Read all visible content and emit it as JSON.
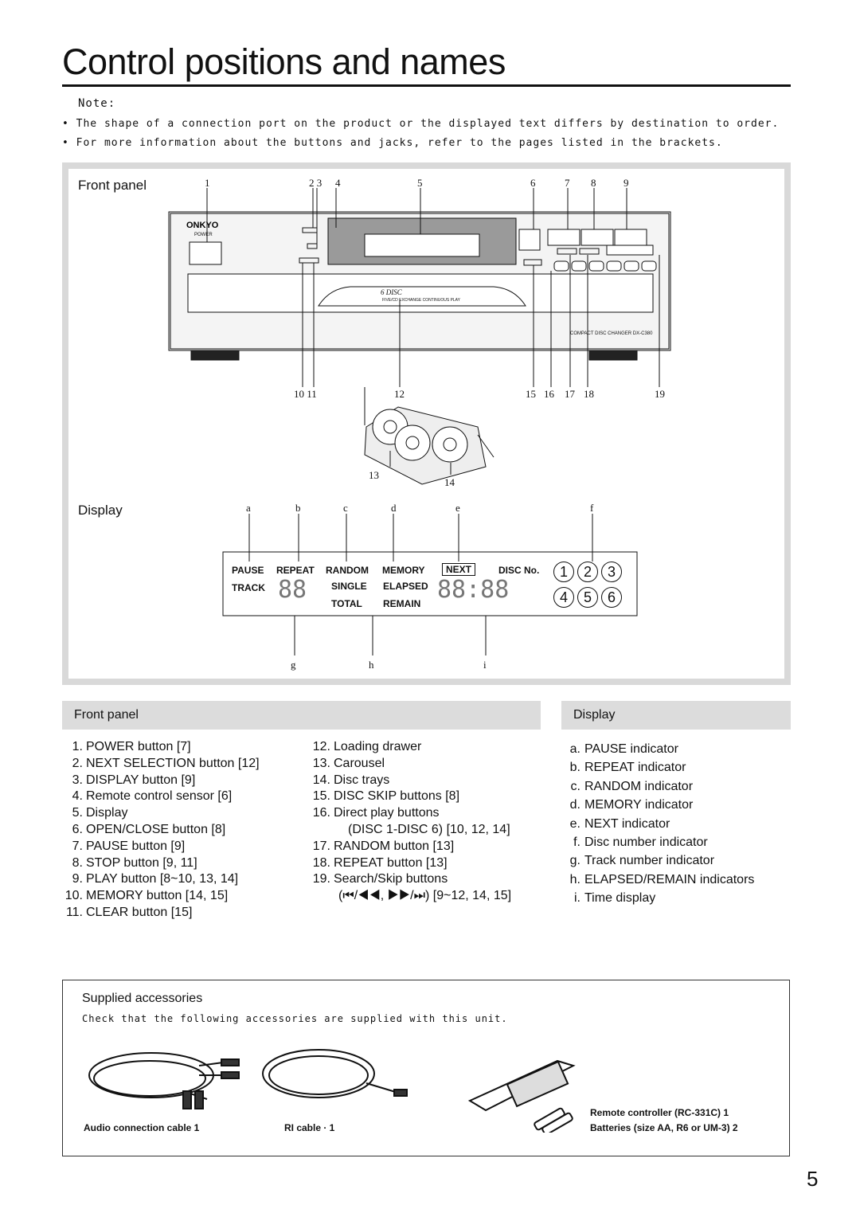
{
  "title": "Control positions and names",
  "note": {
    "heading": "Note:",
    "line1": "• The shape of a connection port on the product or the displayed text differs by destination to order.",
    "line2": "• For more information about the buttons and jacks, refer to the pages listed in the brackets."
  },
  "figure": {
    "front_panel_label": "Front panel",
    "display_label": "Display",
    "callouts_top": [
      "1",
      "2 3",
      "4",
      "5",
      "6",
      "7",
      "8",
      "9"
    ],
    "callouts_bottom": [
      "10 11",
      "12",
      "15",
      "16",
      "17",
      "18",
      "19"
    ],
    "callouts_tray": [
      "13",
      "14"
    ],
    "display_letters_top": [
      "a",
      "b",
      "c",
      "d",
      "e",
      "f"
    ],
    "display_letters_bottom": [
      "g",
      "h",
      "i"
    ],
    "device": {
      "brand": "ONKYO",
      "power_label": "POWER",
      "disc_logo": "6 DISC",
      "exchange_text": "FIVE/CD EXCHANGE CONTINUOUS PLAY",
      "model_text": "COMPACT DISC CHANGER   DX-C380"
    },
    "display_panel": {
      "row1": [
        "PAUSE",
        "REPEAT",
        "RANDOM",
        "MEMORY",
        "NEXT"
      ],
      "track": "TRACK",
      "single": "SINGLE",
      "elapsed": "ELAPSED",
      "total": "TOTAL",
      "remain": "REMAIN",
      "disc_no": "DISC No.",
      "discs": [
        "1",
        "2",
        "3",
        "4",
        "5",
        "6"
      ]
    }
  },
  "front_panel": {
    "heading": "Front panel",
    "left_items": [
      {
        "n": "1.",
        "t": "POWER button [7]"
      },
      {
        "n": "2.",
        "t": "NEXT SELECTION button [12]"
      },
      {
        "n": "3.",
        "t": "DISPLAY button [9]"
      },
      {
        "n": "4.",
        "t": "Remote control sensor [6]"
      },
      {
        "n": "5.",
        "t": "Display"
      },
      {
        "n": "6.",
        "t": "OPEN/CLOSE button [8]"
      },
      {
        "n": "7.",
        "t": "PAUSE button [9]"
      },
      {
        "n": "8.",
        "t": "STOP button [9, 11]"
      },
      {
        "n": "9.",
        "t": "PLAY button [8~10, 13, 14]"
      },
      {
        "n": "10.",
        "t": "MEMORY button [14, 15]"
      },
      {
        "n": "11.",
        "t": "CLEAR button [15]"
      }
    ],
    "right_items": [
      {
        "n": "12.",
        "t": "Loading drawer"
      },
      {
        "n": "13.",
        "t": "Carousel"
      },
      {
        "n": "14.",
        "t": "Disc trays"
      },
      {
        "n": "15.",
        "t": "DISC SKIP buttons [8]"
      },
      {
        "n": "16.",
        "t": "Direct play buttons"
      },
      {
        "n": "",
        "t": "(DISC 1-DISC 6) [10, 12, 14]"
      },
      {
        "n": "17.",
        "t": "RANDOM button [13]"
      },
      {
        "n": "18.",
        "t": "REPEAT button [13]"
      },
      {
        "n": "19.",
        "t": "Search/Skip buttons"
      },
      {
        "n": "",
        "t": "(⏮/◀◀, ▶▶/⏭) [9~12, 14, 15]"
      }
    ]
  },
  "display_section": {
    "heading": "Display",
    "items": [
      {
        "n": "a.",
        "t": "PAUSE indicator"
      },
      {
        "n": "b.",
        "t": "REPEAT indicator"
      },
      {
        "n": "c.",
        "t": "RANDOM indicator"
      },
      {
        "n": "d.",
        "t": "MEMORY indicator"
      },
      {
        "n": "e.",
        "t": "NEXT indicator"
      },
      {
        "n": "f.",
        "t": "Disc number indicator"
      },
      {
        "n": "g.",
        "t": "Track number indicator"
      },
      {
        "n": "h.",
        "t": "ELAPSED/REMAIN indicators"
      },
      {
        "n": "i.",
        "t": "Time display"
      }
    ]
  },
  "accessories": {
    "heading": "Supplied accessories",
    "subline": "Check that the following accessories are supplied with this unit.",
    "audio_cable": "Audio connection cable 1",
    "ri_cable": "RI cable · 1",
    "remote": "Remote controller (RC-331C)  1",
    "batteries": "Batteries (size AA, R6 or UM-3)  2"
  },
  "page_number": "5"
}
